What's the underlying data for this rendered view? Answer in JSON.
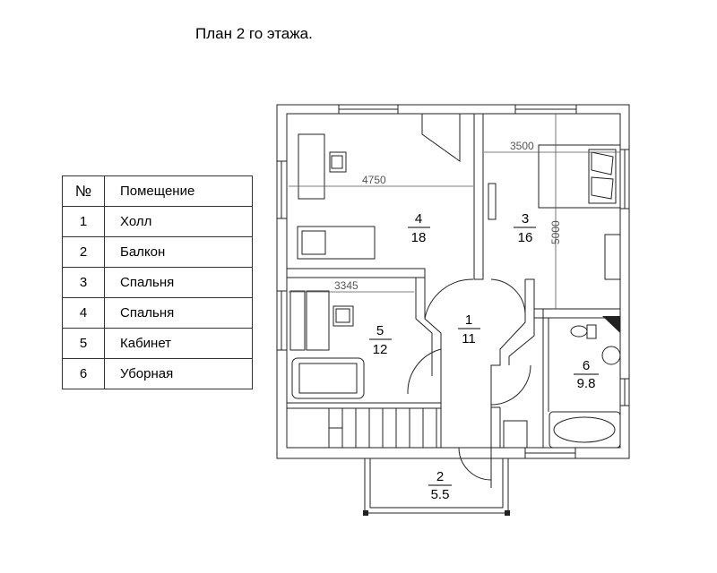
{
  "title": "План 2 го этажа.",
  "legend": {
    "header_no": "№",
    "header_room": "Помещение",
    "rows": [
      {
        "no": "1",
        "name": "Холл"
      },
      {
        "no": "2",
        "name": "Балкон"
      },
      {
        "no": "3",
        "name": "Спальня"
      },
      {
        "no": "4",
        "name": "Спальня"
      },
      {
        "no": "5",
        "name": "Кабинет"
      },
      {
        "no": "6",
        "name": "Уборная"
      }
    ]
  },
  "rooms": {
    "r1": {
      "no": "1",
      "area": "11"
    },
    "r2": {
      "no": "2",
      "area": "5.5"
    },
    "r3": {
      "no": "3",
      "area": "16"
    },
    "r4": {
      "no": "4",
      "area": "18"
    },
    "r5": {
      "no": "5",
      "area": "12"
    },
    "r6": {
      "no": "6",
      "area": "9.8"
    }
  },
  "dimensions": {
    "d4750": "4750",
    "d3500": "3500",
    "d5000": "5000",
    "d3345": "3345"
  }
}
